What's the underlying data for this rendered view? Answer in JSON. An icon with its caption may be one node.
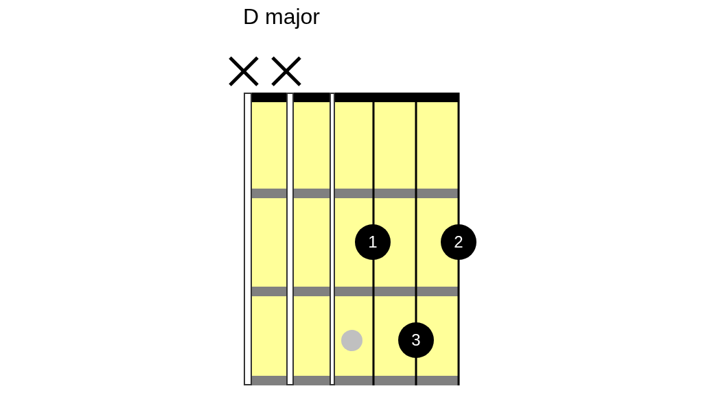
{
  "diagram": {
    "title": "D major",
    "nodes": [
      {
        "text": [
          "1"
        ]
      },
      {
        "text": [
          "2"
        ]
      },
      {
        "text": [],
        "shape": "circle"
      },
      {
        "text": [
          "3"
        ]
      }
    ]
  }
}
